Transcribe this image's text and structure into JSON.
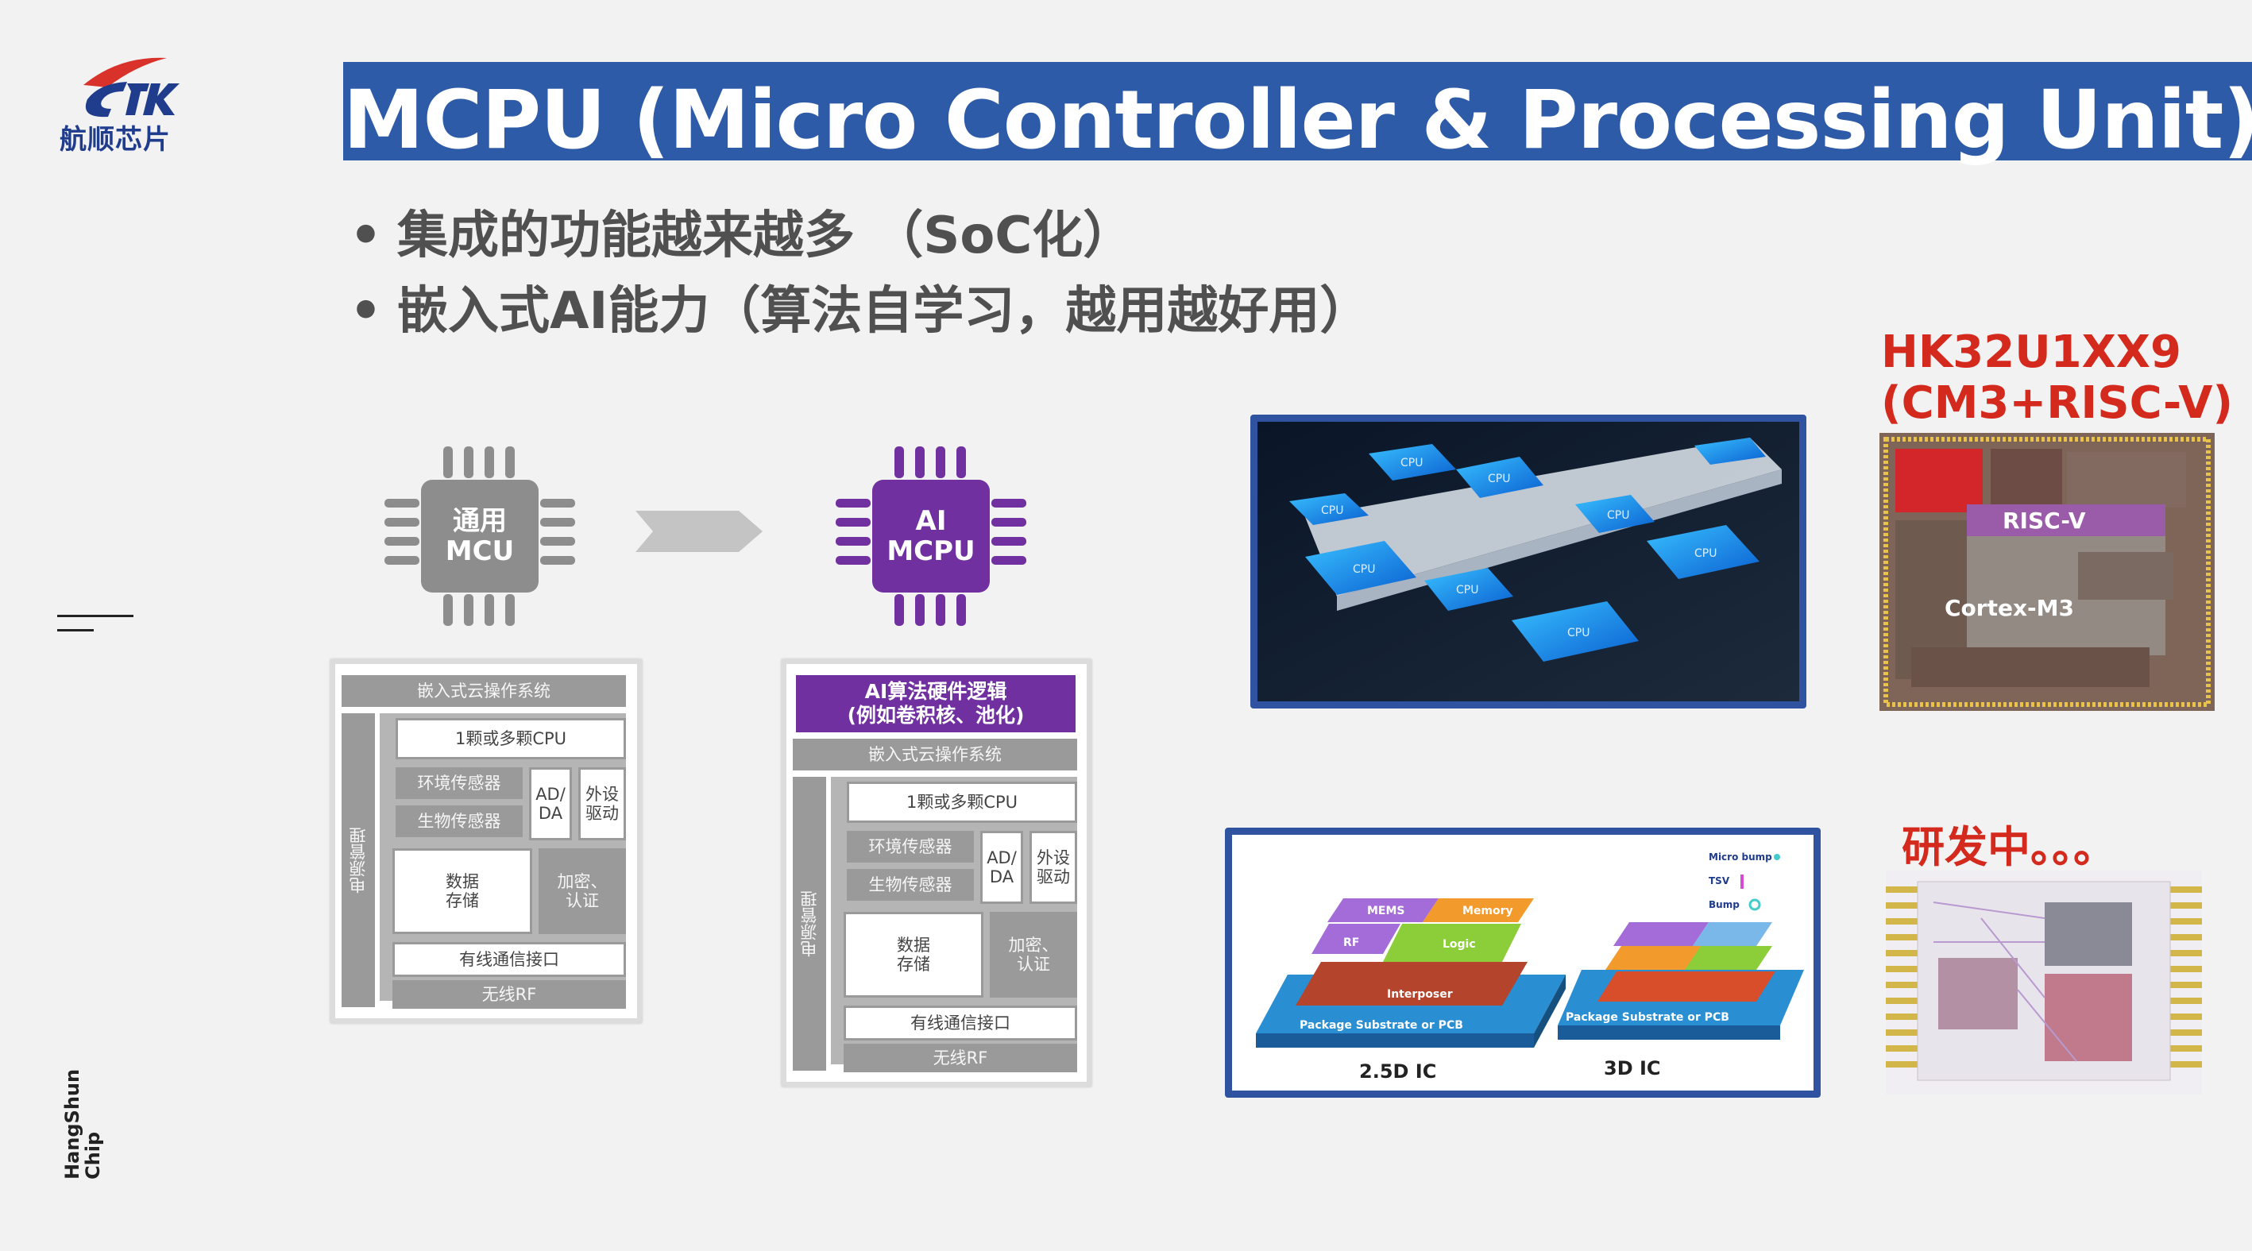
{
  "brand": {
    "logo_text": "航顺芯片",
    "side_text_line1": "HangShun",
    "side_text_line2": "Chip"
  },
  "title": "MCPU (Micro Controller & Processing Unit)",
  "bullets": [
    {
      "dot": "•",
      "text": "集成的功能越来越多 （SoC化）"
    },
    {
      "dot": "•",
      "text": "嵌入式AI能力（算法自学习，越用越好用）"
    }
  ],
  "chips": {
    "general": {
      "line1": "通用",
      "line2": "MCU",
      "color": "#8d8d8d"
    },
    "ai": {
      "line1": "AI",
      "line2": "MCPU",
      "color": "#7030a0"
    }
  },
  "diagram_left": {
    "os": "嵌入式云操作系统",
    "cpu": "1颗或多颗CPU",
    "env_sensor": "环境传感器",
    "bio_sensor": "生物传感器",
    "adda_1": "AD/",
    "adda_2": "DA",
    "periph_1": "外设",
    "periph_2": "驱动",
    "storage_1": "数据",
    "storage_2": "存储",
    "crypto_1": "加密、",
    "crypto_2": "认证",
    "power": "电源管理",
    "wired": "有线通信接口",
    "wireless": "无线RF"
  },
  "diagram_right": {
    "ai_logic_1": "AI算法硬件逻辑",
    "ai_logic_2": "(例如卷积核、池化)",
    "os": "嵌入式云操作系统",
    "cpu": "1颗或多颗CPU",
    "env_sensor": "环境传感器",
    "bio_sensor": "生物传感器",
    "adda_1": "AD/",
    "adda_2": "DA",
    "periph_1": "外设",
    "periph_2": "驱动",
    "storage_1": "数据",
    "storage_2": "存储",
    "crypto_1": "加密、",
    "crypto_2": "认证",
    "power": "电源管理",
    "wired": "有线通信接口",
    "wireless": "无线RF"
  },
  "cpu_image": {
    "chip_label": "CPU"
  },
  "ic_image": {
    "mems": "MEMS",
    "memory": "Memory",
    "rf": "RF",
    "logic": "Logic",
    "interposer": "Interposer",
    "substrate_left": "Package Substrate or PCB",
    "substrate_right": "Package Substrate or PCB",
    "caption_left": "2.5D IC",
    "caption_right": "3D IC",
    "legend_micro": "Micro bump",
    "legend_tsv": "TSV",
    "legend_bump": "Bump"
  },
  "product": {
    "name_line1": "HK32U1XX9",
    "name_line2": "(CM3+RISC-V)",
    "riscv_label": "RISC-V",
    "cortex_label": "Cortex-M3",
    "dev_status": "研发中。。。"
  },
  "colors": {
    "title_bg": "#2e5ba7",
    "accent_purple": "#7030a0",
    "accent_red": "#d42a1e",
    "frame_blue": "#2f53a0"
  }
}
